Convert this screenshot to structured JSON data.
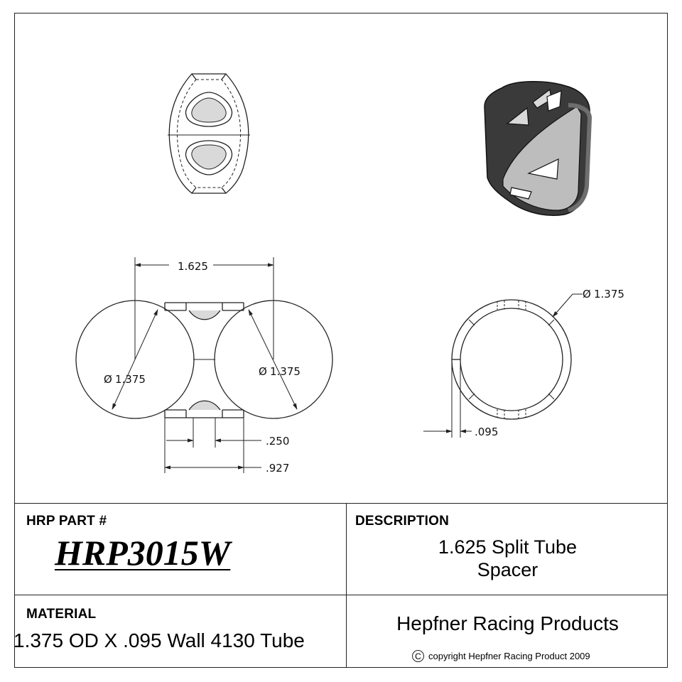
{
  "drawing": {
    "dimensions": {
      "center_distance": "1.625",
      "left_dia": "1.375",
      "right_dia": "1.375",
      "ring_dia": "1.375",
      "slot_width": ".250",
      "overall_width": ".927",
      "wall_thickness": ".095"
    },
    "diameter_symbol": "Ø"
  },
  "title_block": {
    "part_header": "HRP PART #",
    "part_number": "HRP3015W",
    "description_header": "DESCRIPTION",
    "description_lines": [
      "1.625 Split Tube",
      "Spacer"
    ],
    "material_header": "MATERIAL",
    "material_value": "1.375 OD X .095 Wall 4130 Tube",
    "company": "Hepfner Racing Products",
    "copyright_symbol": "C",
    "copyright": "copyright Hepfner Racing Product 2009"
  },
  "colors": {
    "line": "#222222",
    "solid_dark": "#3a3a3a",
    "solid_mid": "#6e6e6e",
    "solid_light": "#bdbdbd"
  }
}
